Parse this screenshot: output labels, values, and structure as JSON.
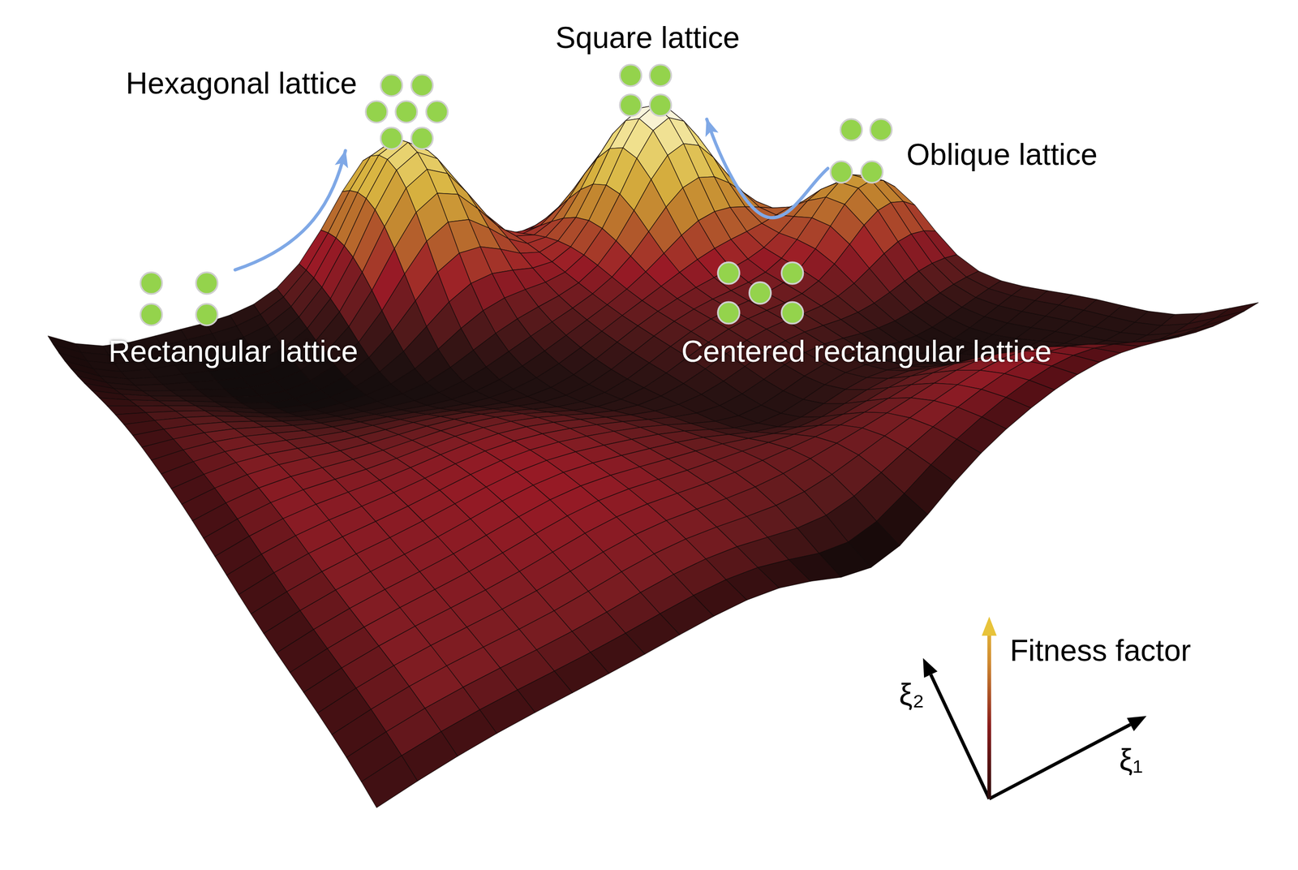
{
  "diagram": {
    "nodes": [
      {
        "text": [
          "Square lattice"
        ]
      },
      {
        "text": [
          "Hexagonal lattice"
        ]
      },
      {
        "text": [
          "Oblique lattice"
        ]
      },
      {
        "text": [
          "Rectangular lattice"
        ]
      },
      {
        "text": [
          "Centered rectangular lattice"
        ]
      }
    ],
    "edges": [
      {
        "from": 3,
        "to": 1,
        "arrow": "to"
      },
      {
        "from": 2,
        "to": 0,
        "arrow": "to"
      }
    ],
    "labels": [
      "Fitness factor",
      "ξ₂",
      "ξ₁"
    ]
  }
}
